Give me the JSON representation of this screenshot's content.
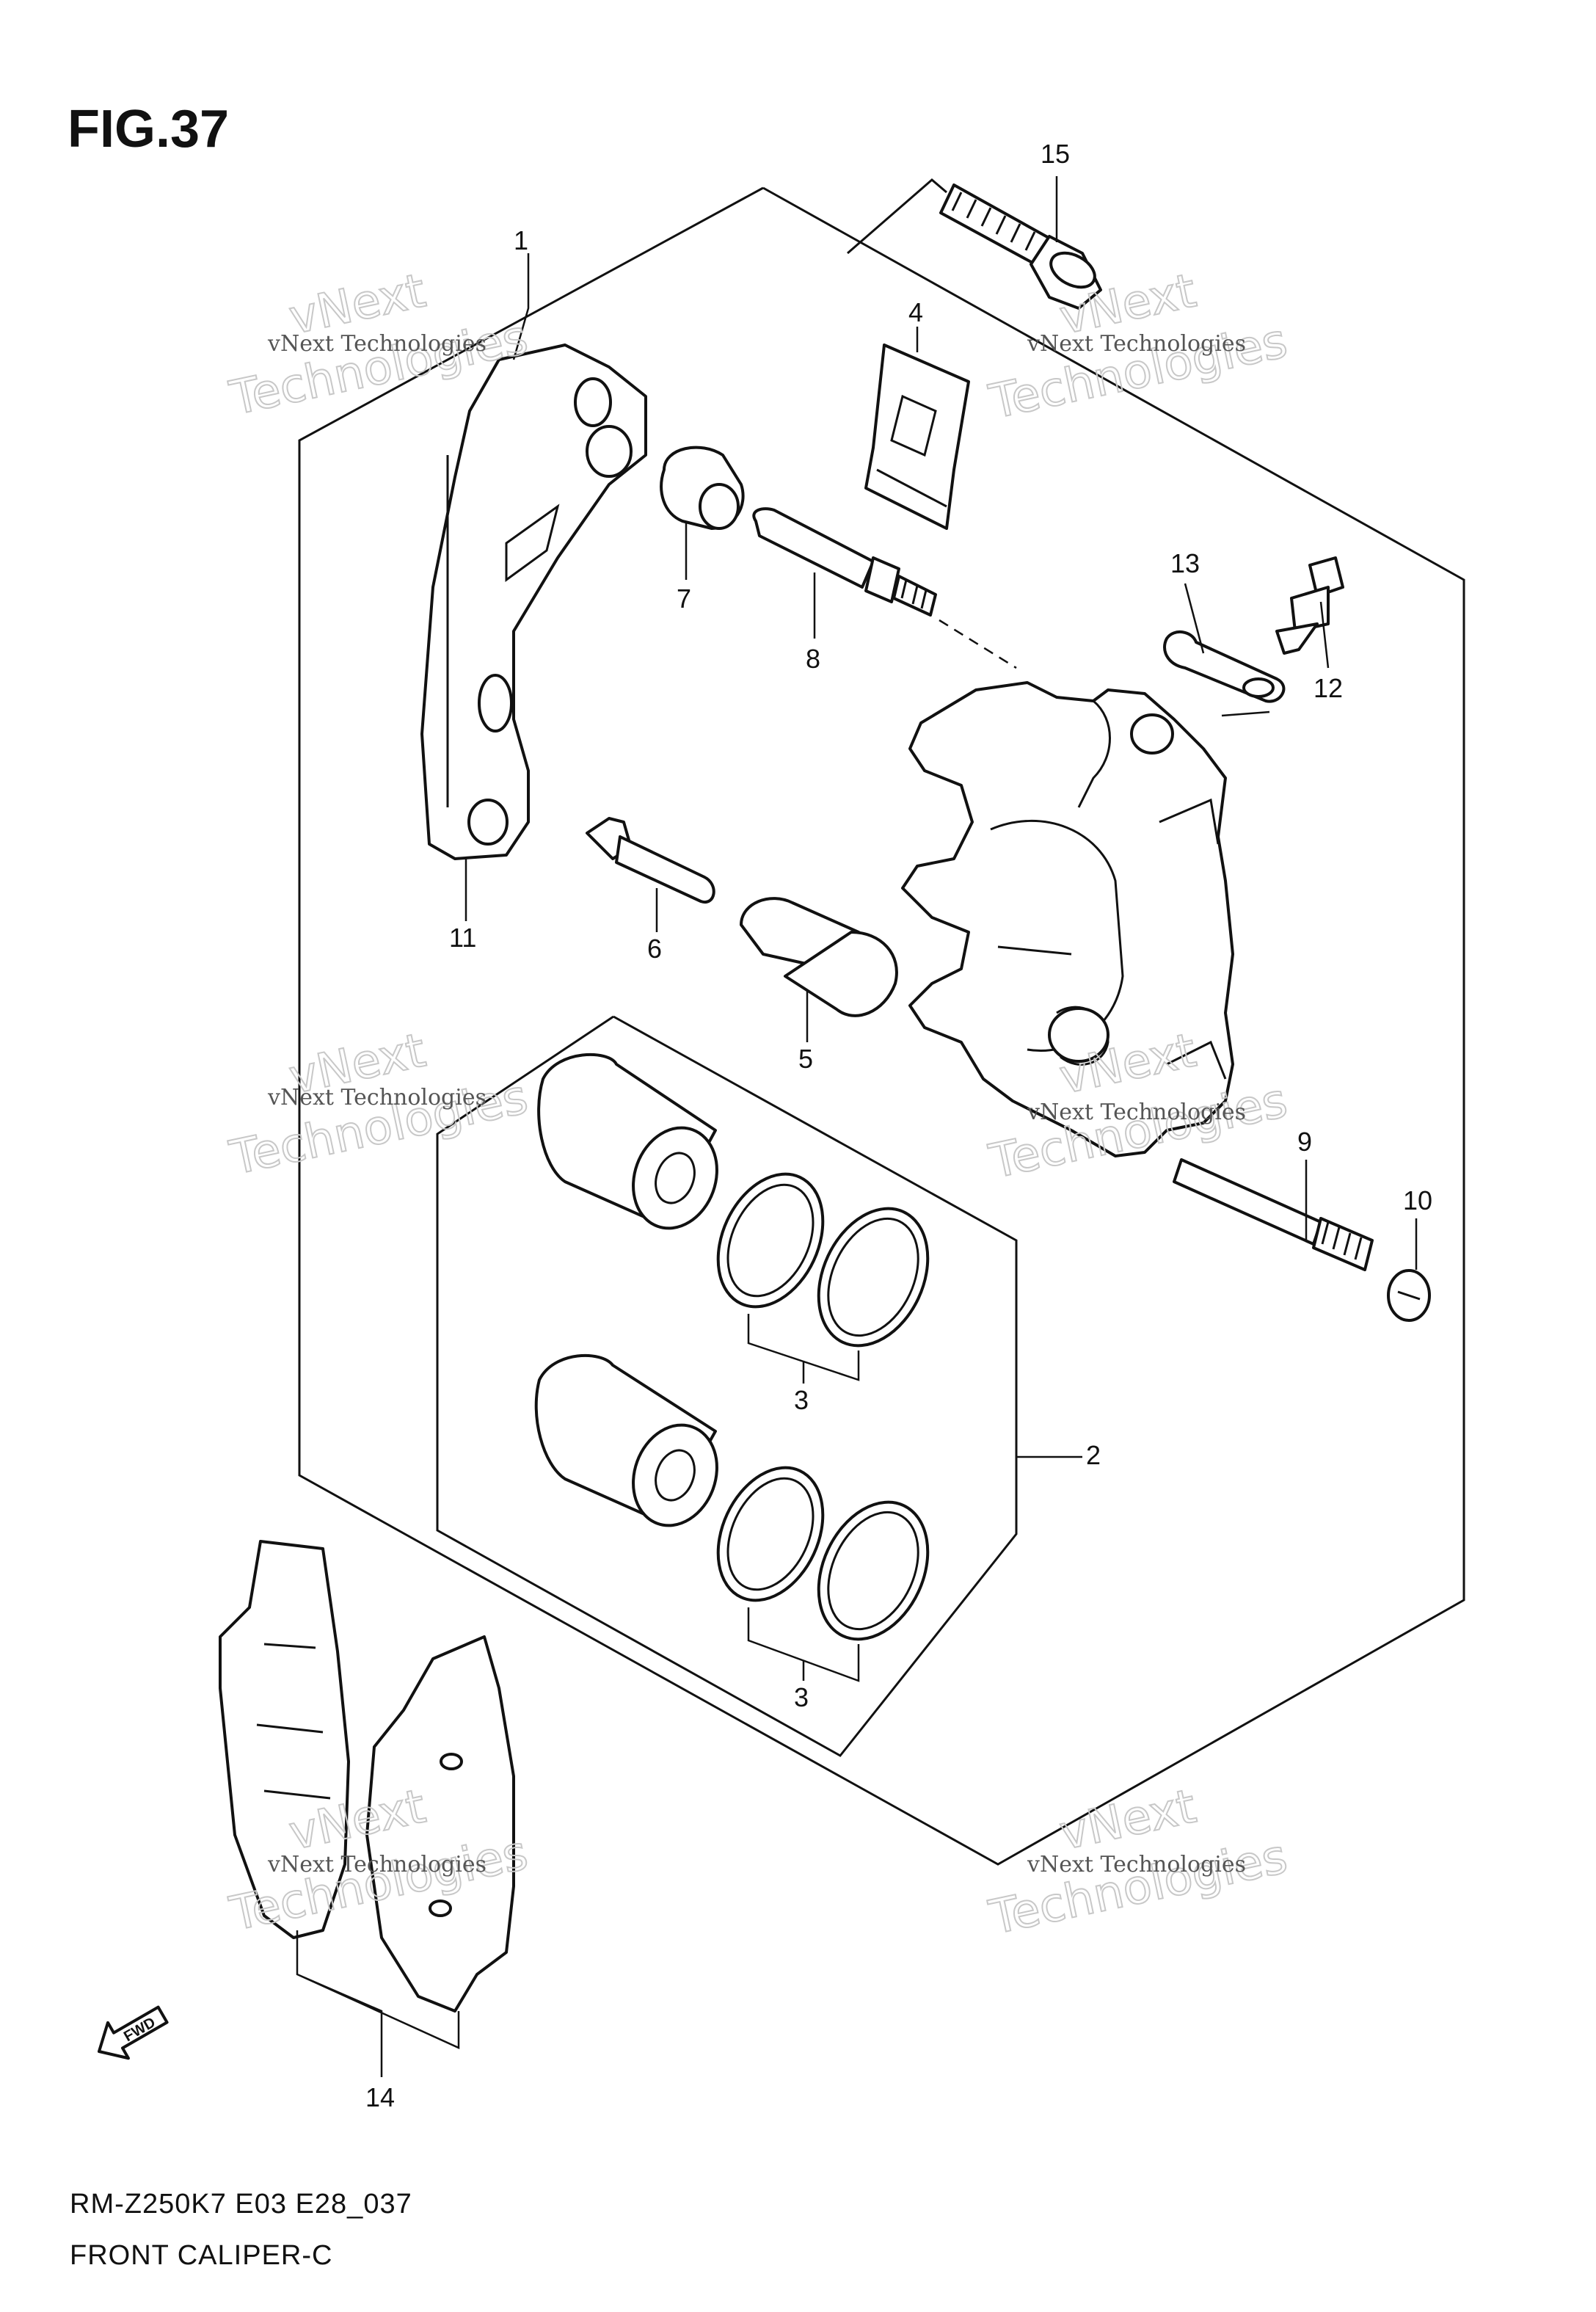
{
  "figure": {
    "title": "FIG.37",
    "model_code": "RM-Z250K7 E03 E28_037",
    "caption": "FRONT CALIPER-C",
    "fwd_label": "FWD"
  },
  "callouts": [
    {
      "id": "1",
      "label": "1"
    },
    {
      "id": "2",
      "label": "2"
    },
    {
      "id": "3a",
      "label": "3"
    },
    {
      "id": "3b",
      "label": "3"
    },
    {
      "id": "4",
      "label": "4"
    },
    {
      "id": "5",
      "label": "5"
    },
    {
      "id": "6",
      "label": "6"
    },
    {
      "id": "7",
      "label": "7"
    },
    {
      "id": "8",
      "label": "8"
    },
    {
      "id": "9",
      "label": "9"
    },
    {
      "id": "10",
      "label": "10"
    },
    {
      "id": "11",
      "label": "11"
    },
    {
      "id": "12",
      "label": "12"
    },
    {
      "id": "13",
      "label": "13"
    },
    {
      "id": "14",
      "label": "14"
    },
    {
      "id": "15",
      "label": "15"
    }
  ],
  "watermark": {
    "line1": "vNext Technologies",
    "big_top": "vNext",
    "big_bottom": "Technologies"
  }
}
